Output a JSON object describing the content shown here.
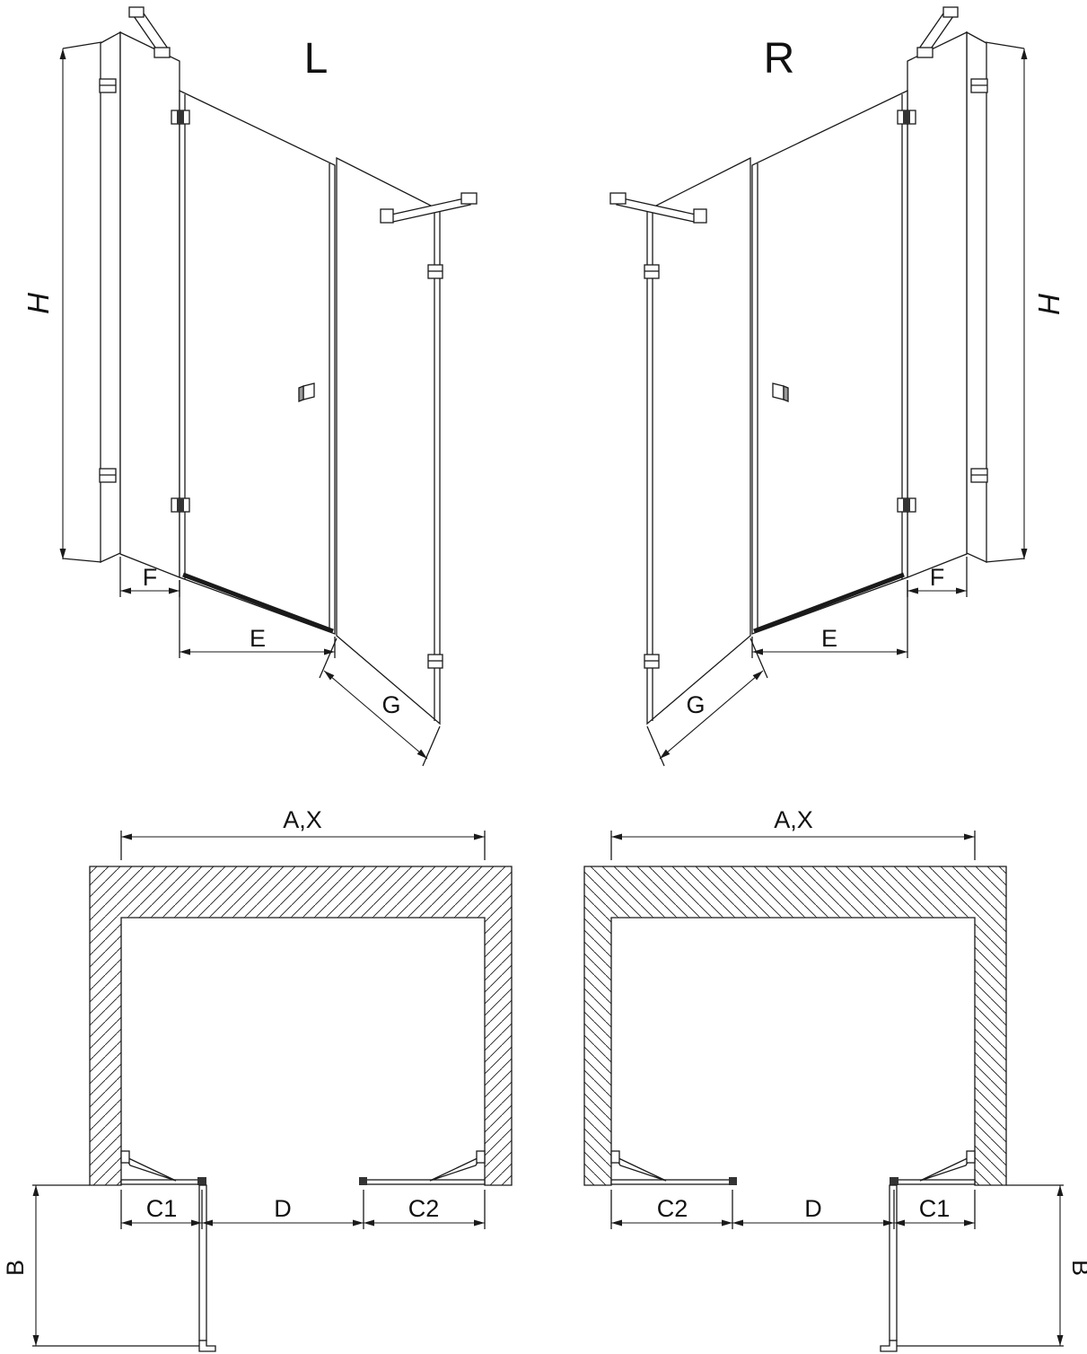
{
  "figure": {
    "background": "#ffffff",
    "line_color": "#1a1a1a"
  },
  "views": {
    "perspective_left": {
      "title": "L",
      "dim_height": "H",
      "dim_side": "F",
      "dim_front": "E",
      "dim_return": "G"
    },
    "perspective_right": {
      "title": "R",
      "dim_height": "H",
      "dim_side": "F",
      "dim_front": "E",
      "dim_return": "G"
    },
    "plan_left": {
      "dim_width": "A,X",
      "dim_depth": "B",
      "dim_c1": "C1",
      "dim_d": "D",
      "dim_c2": "C2"
    },
    "plan_right": {
      "dim_width": "A,X",
      "dim_depth": "B",
      "dim_c1": "C1",
      "dim_d": "D",
      "dim_c2": "C2"
    }
  }
}
